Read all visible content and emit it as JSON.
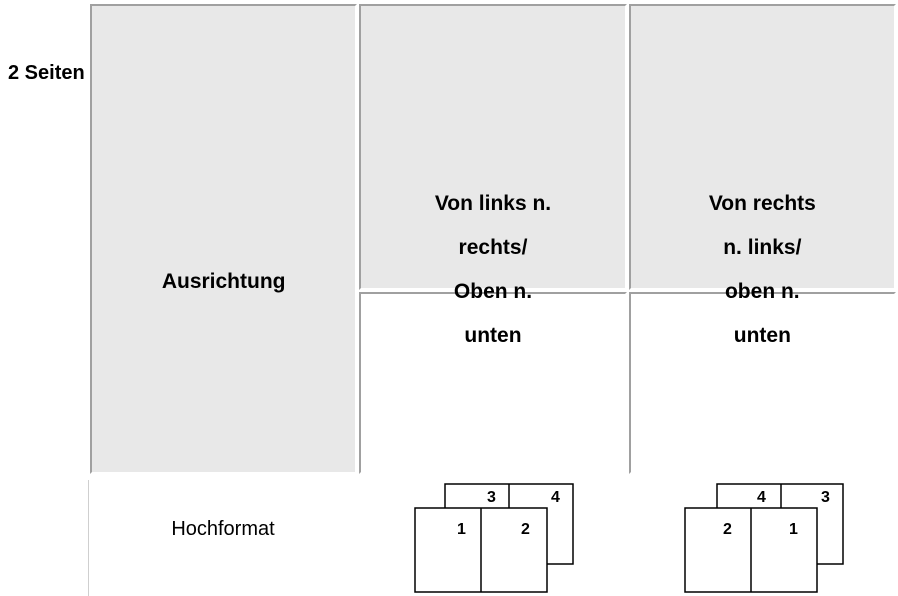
{
  "heading": "2 Seiten",
  "table": {
    "header": {
      "orientation": "Ausrichtung",
      "col1": "Von links n.\nrechts/\nOben n.\nunten",
      "col2": "Von rechts\nn. links/\noben n.\nunten"
    },
    "row": {
      "label": "Hochformat",
      "ltr_pages": [
        "1",
        "2",
        "3",
        "4"
      ],
      "rtl_pages": [
        "2",
        "1",
        "4",
        "3"
      ]
    }
  }
}
